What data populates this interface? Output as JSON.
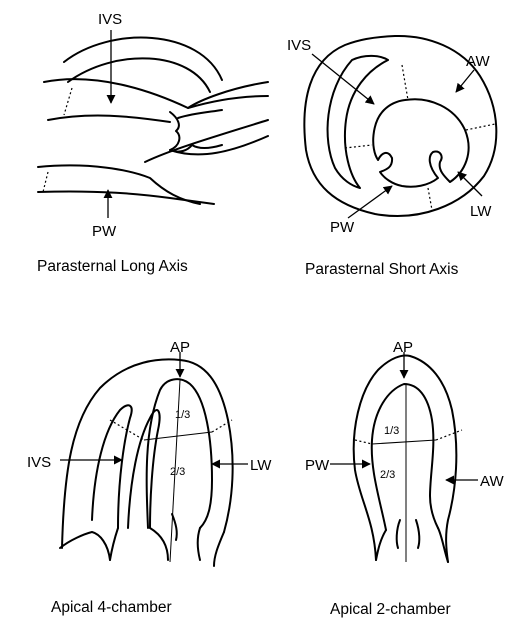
{
  "panels": {
    "plax": {
      "title": "Parasternal Long Axis",
      "labels": {
        "ivs": "IVS",
        "pw": "PW"
      }
    },
    "psax": {
      "title": "Parasternal Short Axis",
      "labels": {
        "ivs": "IVS",
        "aw": "AW",
        "pw": "PW",
        "lw": "LW"
      }
    },
    "a4c": {
      "title": "Apical 4-chamber",
      "labels": {
        "ap": "AP",
        "ivs": "IVS",
        "lw": "LW",
        "upper": "1/3",
        "lower": "2/3"
      }
    },
    "a2c": {
      "title": "Apical 2-chamber",
      "labels": {
        "ap": "AP",
        "pw": "PW",
        "aw": "AW",
        "upper": "1/3",
        "lower": "2/3"
      }
    }
  }
}
